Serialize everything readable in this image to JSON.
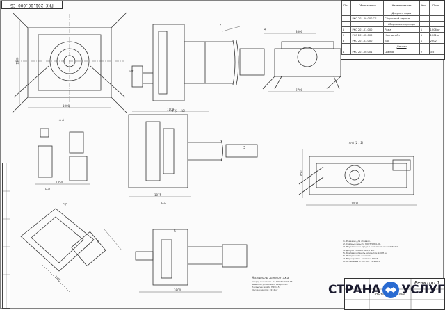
{
  "drawing": {
    "stamp_code": "РКС 201.00.000 СБ",
    "section_labels": {
      "aa": "А-А",
      "bb": "Б-Б",
      "vv": "В-В",
      "gg": "Г-Г",
      "rotated": "А-А (2 : 1)",
      "view1": "Г (1 : 10)"
    },
    "dims": [
      "1000",
      "1900",
      "1100",
      "500",
      "3800",
      "2700",
      "1075",
      "1350",
      "1400",
      "3800",
      "2550",
      "1850"
    ],
    "leaders": [
      "1",
      "2",
      "3",
      "4",
      "5",
      "6"
    ]
  },
  "spec": {
    "headers": [
      "Поз.",
      "Обозначение",
      "Наименование",
      "Кол.",
      "Прим."
    ],
    "section_doc": "Документация",
    "section_units": "Сборочные единицы",
    "section_parts": "Детали",
    "rows": [
      {
        "pos": "",
        "code": "РКС 201.00.000 СБ",
        "name": "Сборочный чертеж",
        "qty": "",
        "note": ""
      },
      {
        "pos": "1",
        "code": "РКС 201.01.000",
        "name": "Рама",
        "qty": "1",
        "note": "1206 кг"
      },
      {
        "pos": "2",
        "code": "РКС 201.02.000",
        "name": "Кронштейн",
        "qty": "1",
        "note": "1201 кг"
      },
      {
        "pos": "3",
        "code": "РКС 201.03.000",
        "name": "Вал",
        "qty": "1",
        "note": "2202"
      },
      {
        "pos": "4",
        "code": "РКС 201.00.001",
        "name": "Шайба",
        "qty": "2",
        "note": "3,5"
      }
    ]
  },
  "notes": {
    "title": "Материалы для монтажа",
    "lines": [
      "Сварку выполнять по ГОСТ 14771-76",
      "Швы контролировать визуально",
      "Покрытие: эмаль ПФ-115",
      "Масса изделия: 2212 кг"
    ]
  },
  "tech_req": {
    "lines": [
      "1. Размеры для справок.",
      "2. Сварные швы по ГОСТ 5264-80.",
      "3. Неуказанные предельные отклонения ±IT14/2.",
      "4. Допуск соосности 0,5 мм.",
      "5. Крепеж затянуть моментом 120 Н·м.",
      "6. Поверхности окрасить.",
      "7. Маркировать согласно ГОСТ.",
      "8. Остальные ТТ по ОСТ 26.260.3."
    ]
  },
  "title_block": {
    "name": "Опытное изделие",
    "sheet": "Реактор 1"
  },
  "logo": {
    "part1": "СТРАНА",
    "part2": "УСЛУГ"
  },
  "colors": {
    "line": "#333333",
    "logo_text": "#1a1a2e",
    "logo_icon": "#2a6bd1"
  }
}
